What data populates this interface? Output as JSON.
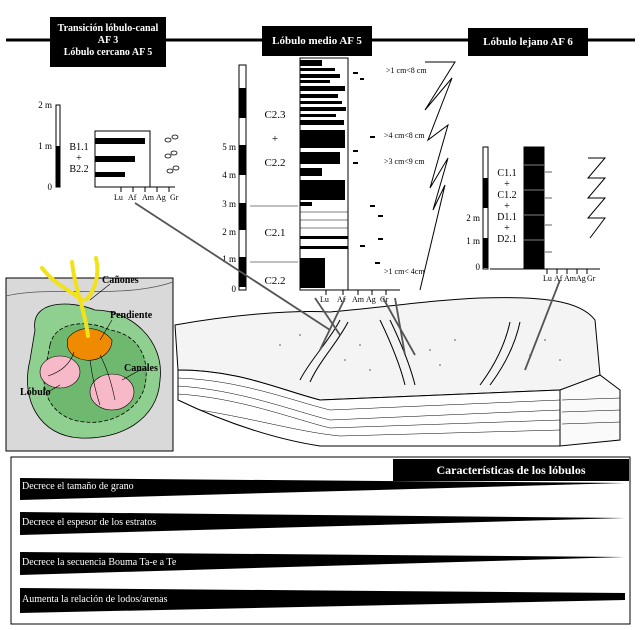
{
  "headers": {
    "proximal_line1": "Transición lóbulo-canal",
    "proximal_line2": "AF 3",
    "proximal_line3": "Lóbulo cercano AF 5",
    "medial": "Lóbulo medio AF 5",
    "distal": "Lóbulo lejano AF 6"
  },
  "log_b": {
    "scale": [
      "2 m",
      "1 m",
      "0"
    ],
    "facies_line1": "B1.1",
    "facies_line2": "+",
    "facies_line3": "B2.2",
    "grain_axis": [
      "Lu",
      "Af",
      "Am",
      "Ag",
      "Gr"
    ]
  },
  "log_c": {
    "scale": [
      "5 m",
      "4 m",
      "3 m",
      "2 m",
      "1 m",
      "0"
    ],
    "unit_top_line1": "C2.3",
    "unit_top_line2": "+",
    "unit_top_line3": "C2.2",
    "unit_mid": "C2.1",
    "unit_bottom": "C2.2",
    "annotation_top": ">1 cm<8 cm",
    "annotation_upper": ">4 cm<8 cm",
    "annotation_middle": ">3 cm<9 cm",
    "annotation_bottom": ">1 cm< 4cm",
    "grain_axis": [
      "Lu",
      "Af",
      "Am",
      "Ag",
      "Gr"
    ]
  },
  "log_d": {
    "scale": [
      "2 m",
      "1 m",
      "0"
    ],
    "facies_line1": "C1.1",
    "facies_line2": "+",
    "facies_line3": "C1.2",
    "facies_line4": "+",
    "facies_line5": "D1.1",
    "facies_line6": "+",
    "facies_line7": "D2.1",
    "grain_axis": [
      "Lu",
      "Af",
      "Am",
      "Ag",
      "Gr"
    ]
  },
  "map": {
    "label_canyons": "Cañones",
    "label_slope": "Pendiente",
    "label_channels": "Canales",
    "label_lobe": "Lóbulo"
  },
  "characteristics": {
    "title": "Características de los lóbulos",
    "rows": [
      "Decrece el tamaño de grano",
      "Decrece el espesor de los estratos",
      "Decrece la secuencia Bouma Ta-e a Te",
      "Aumenta la relación de lodos/arenas"
    ]
  },
  "colors": {
    "map_outer": "#d9d9d9",
    "map_lobe_outer": "#8fcf8f",
    "map_lobe_inner": "#6fb86f",
    "map_channel_fill": "#f7b8c8",
    "map_canyon": "#f2e21a",
    "map_apron": "#f08a00"
  }
}
